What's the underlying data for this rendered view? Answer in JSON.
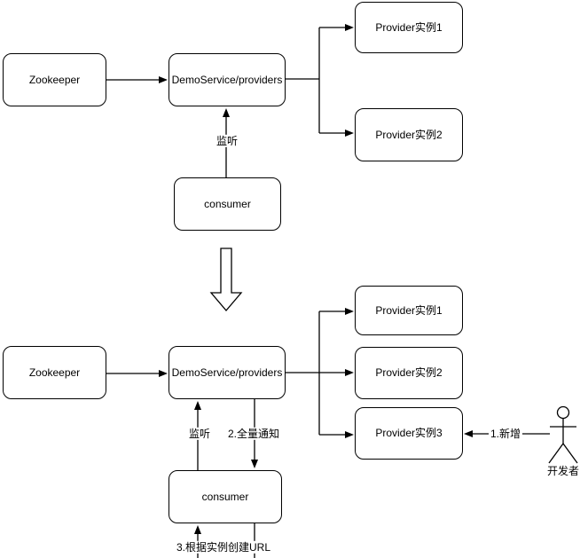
{
  "colors": {
    "background": "#ffffff",
    "stroke": "#000000",
    "box_fill": "#ffffff",
    "text": "#000000"
  },
  "top": {
    "zookeeper": "Zookeeper",
    "registry": "DemoService/providers",
    "provider1": "Provider实例1",
    "provider2": "Provider实例2",
    "consumer": "consumer",
    "listen_label": "监听"
  },
  "bottom": {
    "zookeeper": "Zookeeper",
    "registry": "DemoService/providers",
    "provider1": "Provider实例1",
    "provider2": "Provider实例2",
    "provider3": "Provider实例3",
    "consumer": "consumer",
    "listen_label": "监听",
    "notify_label": "2.全量通知",
    "add_label": "1.新增",
    "create_url_label": "3.根据实例创建URL",
    "developer_label": "开发者"
  },
  "icons": {
    "transition": "down-arrow",
    "developer": "person"
  }
}
